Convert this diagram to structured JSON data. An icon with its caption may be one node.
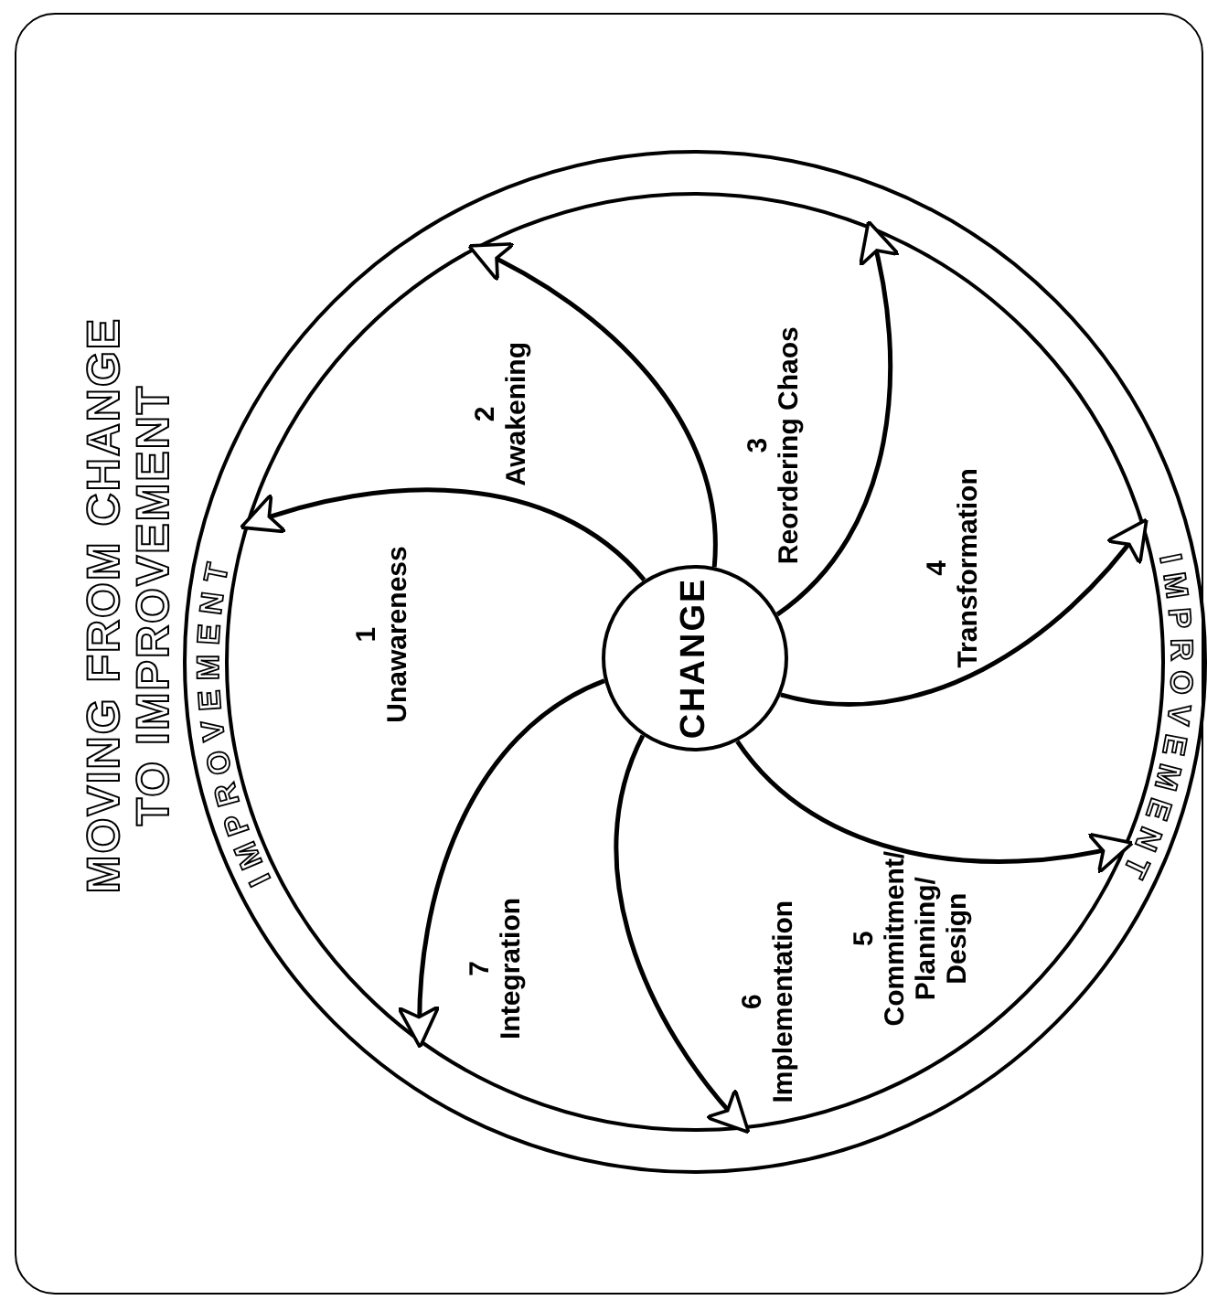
{
  "diagram": {
    "title": "MOVING FROM CHANGE TO IMPROVEMENT",
    "nodes": [
      {
        "text": [
          "IMPROVEMENT",
          "IMPROVEMENT"
        ]
      },
      {
        "text": [
          "CHANGE"
        ],
        "in": 0
      }
    ],
    "edges": [
      {
        "from": 1,
        "to": 0,
        "arrow": "to"
      },
      {
        "from": 1,
        "to": 0,
        "arrow": "to"
      },
      {
        "from": 1,
        "to": 0,
        "arrow": "to"
      },
      {
        "from": 1,
        "to": 0,
        "arrow": "to"
      },
      {
        "from": 1,
        "to": 0,
        "arrow": "to"
      },
      {
        "from": 1,
        "to": 0,
        "arrow": "to"
      },
      {
        "from": 1,
        "to": 0,
        "arrow": "to"
      }
    ],
    "labels": [
      "1",
      "Unawareness",
      "2",
      "Awakening",
      "3",
      "Reordering Chaos",
      "4",
      "Transformation",
      "5",
      "Commitment/ Planning/ Design",
      "6",
      "Implementation",
      "7",
      "Integration"
    ]
  }
}
